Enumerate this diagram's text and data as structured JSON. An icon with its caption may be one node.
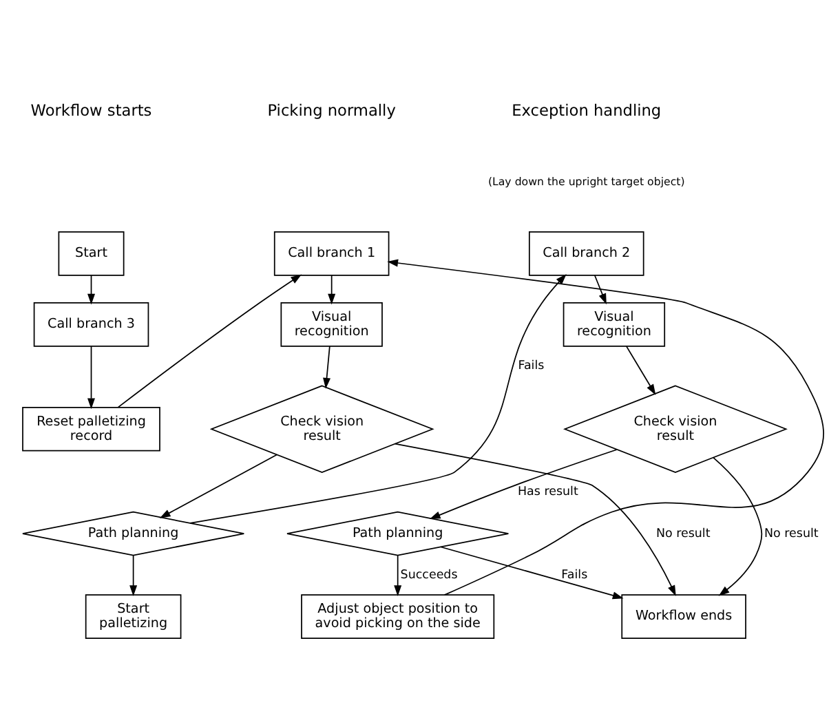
{
  "diagram": {
    "nodes": [
      {
        "text": [
          "Start"
        ]
      },
      {
        "text": [
          "Call branch 3"
        ]
      },
      {
        "text": [
          "Reset palletizing record"
        ]
      },
      {
        "text": [
          "Call branch 1"
        ]
      },
      {
        "text": [
          "Visual recognition"
        ]
      },
      {
        "text": [
          "Check vision result"
        ]
      },
      {
        "text": [
          "Path planning"
        ]
      },
      {
        "text": [
          "Start palletizing"
        ]
      },
      {
        "text": [
          "Call branch 2"
        ]
      },
      {
        "text": [
          "Visual recognition"
        ]
      },
      {
        "text": [
          "Check vision result"
        ]
      },
      {
        "text": [
          "Path planning"
        ]
      },
      {
        "text": [
          "Adjust object position to avoid picking on the side"
        ]
      },
      {
        "text": [
          "Workflow ends"
        ]
      }
    ],
    "edges": [
      {
        "from": 0,
        "to": 1,
        "arrow": "to"
      },
      {
        "from": 1,
        "to": 2,
        "arrow": "to"
      },
      {
        "from": 2,
        "to": 3,
        "arrow": "to"
      },
      {
        "from": 3,
        "to": 4,
        "arrow": "to"
      },
      {
        "from": 4,
        "to": 5,
        "arrow": "to"
      },
      {
        "from": 5,
        "to": 6,
        "arrow": "to"
      },
      {
        "from": 6,
        "to": 7,
        "arrow": "to"
      },
      {
        "from": 5,
        "to": 13,
        "arrow": "to",
        "label": "No result"
      },
      {
        "from": 6,
        "to": 8,
        "arrow": "to",
        "label": "Fails"
      },
      {
        "from": 8,
        "to": 9,
        "arrow": "to"
      },
      {
        "from": 9,
        "to": 10,
        "arrow": "to"
      },
      {
        "from": 10,
        "to": 11,
        "arrow": "to",
        "label": "Has result"
      },
      {
        "from": 11,
        "to": 12,
        "arrow": "to",
        "label": "Succeeds"
      },
      {
        "from": 10,
        "to": 13,
        "arrow": "to",
        "label": "No result"
      },
      {
        "from": 11,
        "to": 13,
        "arrow": "to",
        "label": "Fails"
      },
      {
        "from": 12,
        "to": 3,
        "arrow": "to"
      }
    ],
    "labels": [
      "Workflow starts",
      "Picking normally",
      "Exception handling",
      "(Lay down the upright target object)"
    ]
  }
}
